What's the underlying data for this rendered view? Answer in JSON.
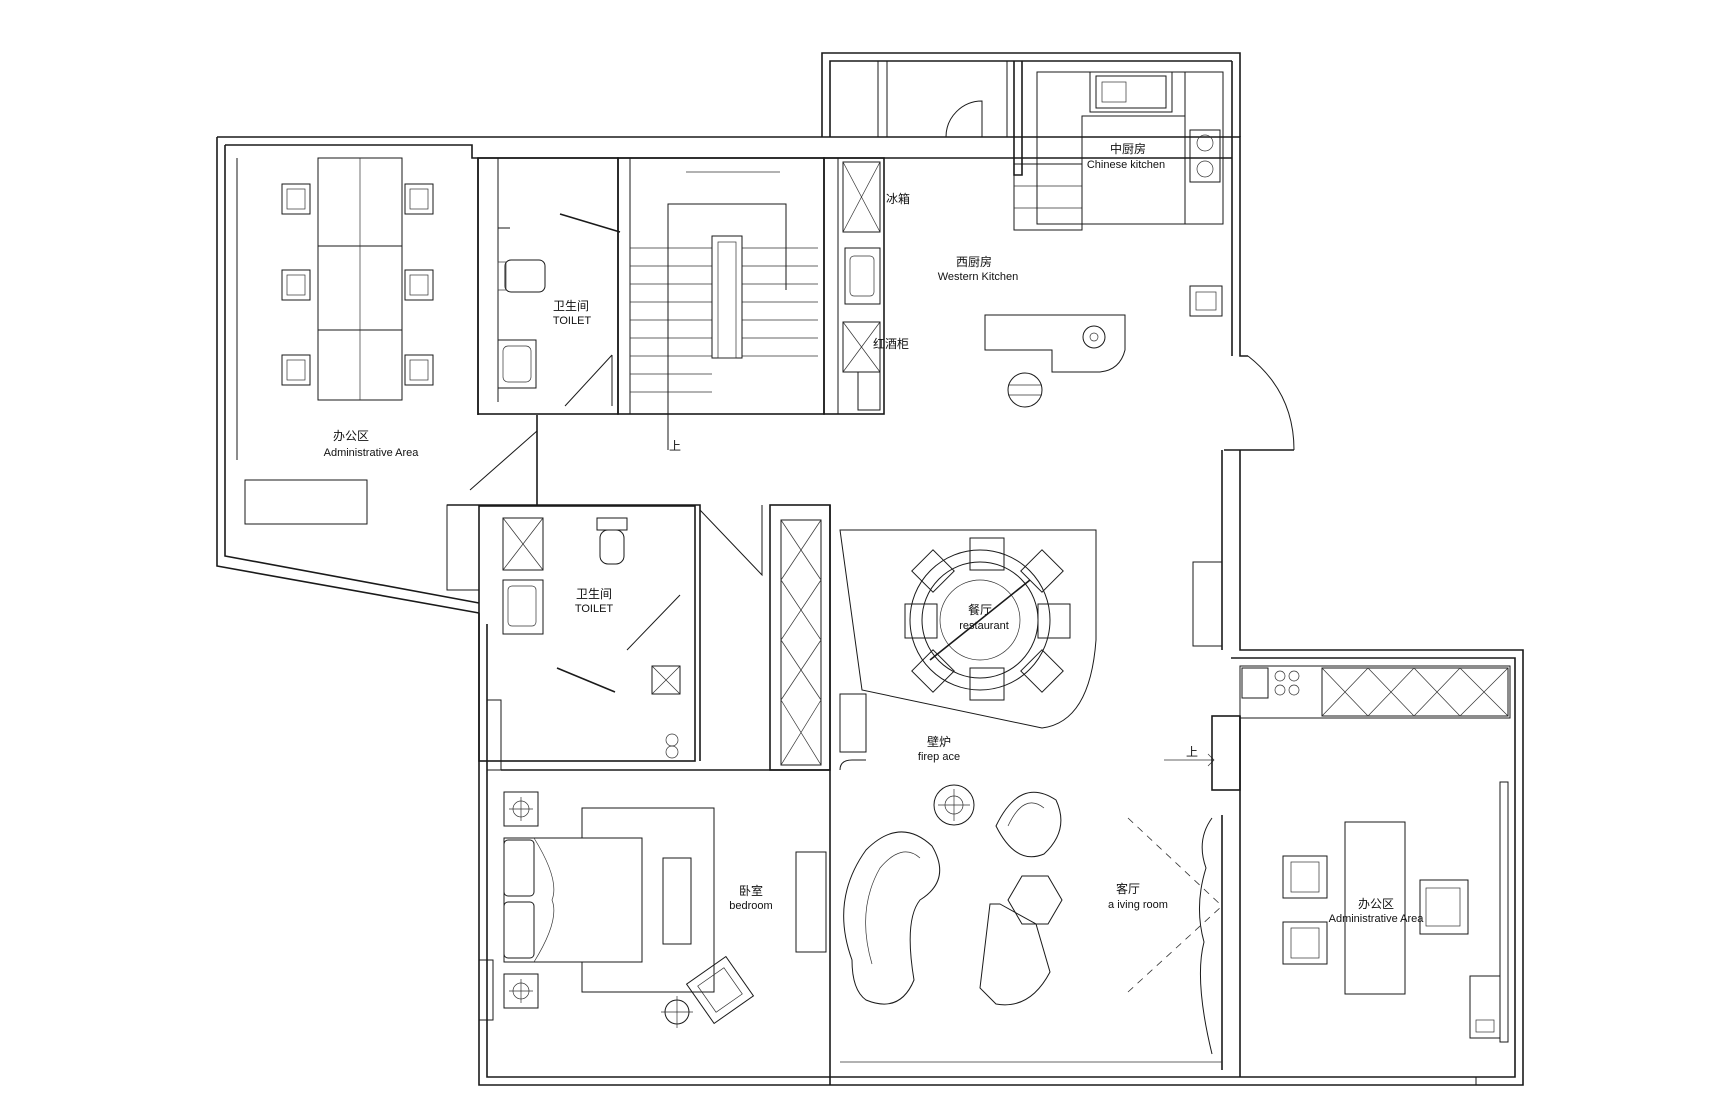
{
  "rooms": {
    "office_left": {
      "cn": "办公区",
      "en": "Administrative Area"
    },
    "toilet_top": {
      "cn": "卫生间",
      "en": "TOILET"
    },
    "fridge": {
      "cn": "冰箱"
    },
    "wine_cabinet": {
      "cn": "红酒柜"
    },
    "western_kitchen": {
      "cn": "西厨房",
      "en": "Western Kitchen"
    },
    "chinese_kitchen": {
      "cn": "中厨房",
      "en": "Chinese kitchen"
    },
    "stairs_up": {
      "cn": "上"
    },
    "toilet_mid": {
      "cn": "卫生间",
      "en": "TOILET"
    },
    "restaurant": {
      "cn": "餐厅",
      "en": "restaurant"
    },
    "fireplace": {
      "cn": "壁炉",
      "en": "firep ace"
    },
    "bedroom": {
      "cn": "卧室",
      "en": "bedroom"
    },
    "living_room": {
      "cn": "客厅",
      "en": "a  iving room"
    },
    "step_up": {
      "cn": "上"
    },
    "office_right": {
      "cn": "办公区",
      "en": "Administrative Area"
    }
  }
}
